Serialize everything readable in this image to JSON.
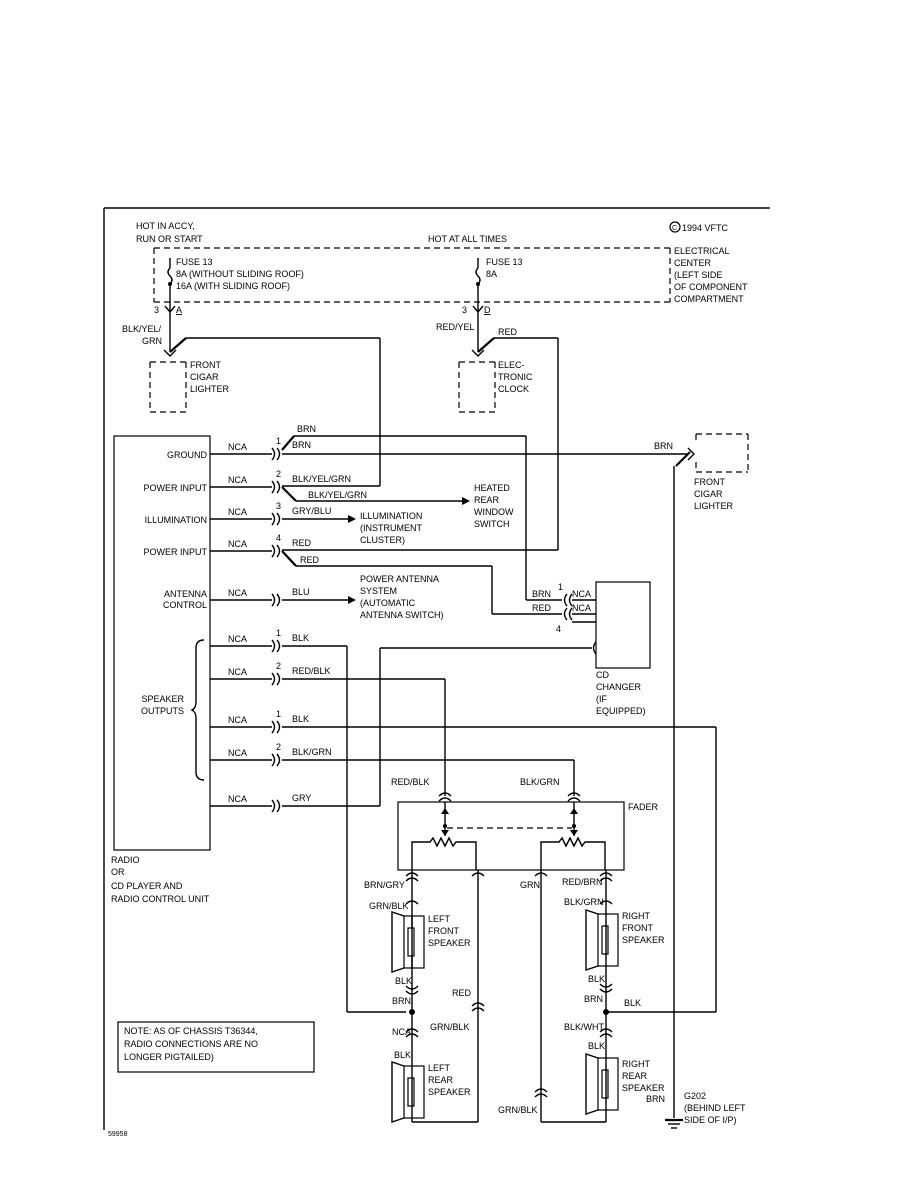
{
  "top": {
    "hot_accy_1": "HOT IN ACCY,",
    "hot_accy_2": "RUN OR START",
    "hot_all": "HOT AT ALL TIMES",
    "copyright": "1994 VFTC",
    "copyright_symbol": "C",
    "elec_center": [
      "ELECTRICAL",
      "CENTER",
      "(LEFT SIDE",
      "OF COMPONENT",
      "COMPARTMENT"
    ]
  },
  "fuses": {
    "f1_name": "FUSE 13",
    "f1_a": "8A  (WITHOUT SLIDING ROOF)",
    "f1_b": "16A  (WITH SLIDING ROOF)",
    "f2_name": "FUSE 13",
    "f2_a": "8A",
    "pin_left_num": "3",
    "pin_left_letter": "A",
    "pin_right_num": "3",
    "pin_right_letter": "D"
  },
  "upper_wires": {
    "blk_yel_grn_1": "BLK/YEL/",
    "blk_yel_grn_2": "GRN",
    "red_yel": "RED/YEL",
    "red": "RED"
  },
  "components": {
    "front_cigar": [
      "FRONT",
      "CIGAR",
      "LIGHTER"
    ],
    "clock": [
      "ELEC-",
      "TRONIC",
      "CLOCK"
    ],
    "front_cigar_right": [
      "FRONT",
      "CIGAR",
      "LIGHTER"
    ],
    "heated_rear": [
      "HEATED",
      "REAR",
      "WINDOW",
      "SWITCH"
    ],
    "illumination": [
      "ILLUMINATION",
      "(INSTRUMENT",
      "CLUSTER)"
    ],
    "power_antenna": [
      "POWER ANTENNA",
      "SYSTEM",
      "(AUTOMATIC",
      "ANTENNA SWITCH)"
    ],
    "cd_changer": [
      "CD",
      "CHANGER",
      "(IF",
      "EQUIPPED)"
    ],
    "fader": "FADER",
    "lf_speaker": [
      "LEFT",
      "FRONT",
      "SPEAKER"
    ],
    "rf_speaker": [
      "RIGHT",
      "FRONT",
      "SPEAKER"
    ],
    "lr_speaker": [
      "LEFT",
      "REAR",
      "SPEAKER"
    ],
    "rr_speaker": [
      "RIGHT",
      "REAR",
      "SPEAKER"
    ],
    "g202": [
      "G202",
      "(BEHIND LEFT",
      "SIDE OF I/P)"
    ]
  },
  "radio": {
    "labels": {
      "ground": "GROUND",
      "power_input_1": "POWER INPUT",
      "illumination": "ILLUMINATION",
      "power_input_2": "POWER INPUT",
      "antenna_1": "ANTENNA",
      "antenna_2": "CONTROL",
      "speaker_1": "SPEAKER",
      "speaker_2": "OUTPUTS"
    },
    "caption": [
      "RADIO",
      "OR",
      "CD PLAYER AND",
      "RADIO CONTROL UNIT"
    ]
  },
  "connector_rows": [
    {
      "nca": "NCA",
      "pin": "1",
      "wire": "BRN"
    },
    {
      "nca": "NCA",
      "pin": "2",
      "wire": "BLK/YEL/GRN"
    },
    {
      "nca": "NCA",
      "pin": "3",
      "wire": "GRY/BLU"
    },
    {
      "nca": "NCA",
      "pin": "4",
      "wire": "RED"
    },
    {
      "nca": "NCA",
      "pin": "",
      "wire": "BLU"
    },
    {
      "nca": "NCA",
      "pin": "1",
      "wire": "BLK"
    },
    {
      "nca": "NCA",
      "pin": "2",
      "wire": "RED/BLK"
    },
    {
      "nca": "NCA",
      "pin": "1",
      "wire": "BLK"
    },
    {
      "nca": "NCA",
      "pin": "2",
      "wire": "BLK/GRN"
    },
    {
      "nca": "NCA",
      "pin": "",
      "wire": "GRY"
    }
  ],
  "misc_wires": {
    "brn_top": "BRN",
    "brn_right": "BRN",
    "blk_yel_grn_branch": "BLK/YEL/GRN",
    "red_branch": "RED",
    "cd_brn": "BRN",
    "cd_red": "RED",
    "cd_pin1": "1",
    "cd_pin4": "4",
    "cd_nca1": "NCA",
    "cd_nca2": "NCA",
    "fader_red_blk": "RED/BLK",
    "fader_blk_grn": "BLK/GRN",
    "brn_gry": "BRN/GRY",
    "grn": "GRN",
    "red_brn": "RED/BRN",
    "grn_blk_lf": "GRN/BLK",
    "blk_grn_rf": "BLK/GRN",
    "blk_lf": "BLK",
    "brn_lf": "BRN",
    "red_mid": "RED",
    "blk_rf": "BLK",
    "brn_rf": "BRN",
    "blk_right": "BLK",
    "nca_lr": "NCA",
    "grn_blk_mid": "GRN/BLK",
    "blk_wht": "BLK/WHT",
    "blk_lr": "BLK",
    "blk_rr": "BLK",
    "grn_blk_bottom": "GRN/BLK",
    "brn_g202": "BRN"
  },
  "note": [
    "NOTE: AS OF CHASSIS T36344,",
    "RADIO CONNECTIONS ARE NO",
    "LONGER PIGTAILED)"
  ],
  "figure_id": "59958"
}
